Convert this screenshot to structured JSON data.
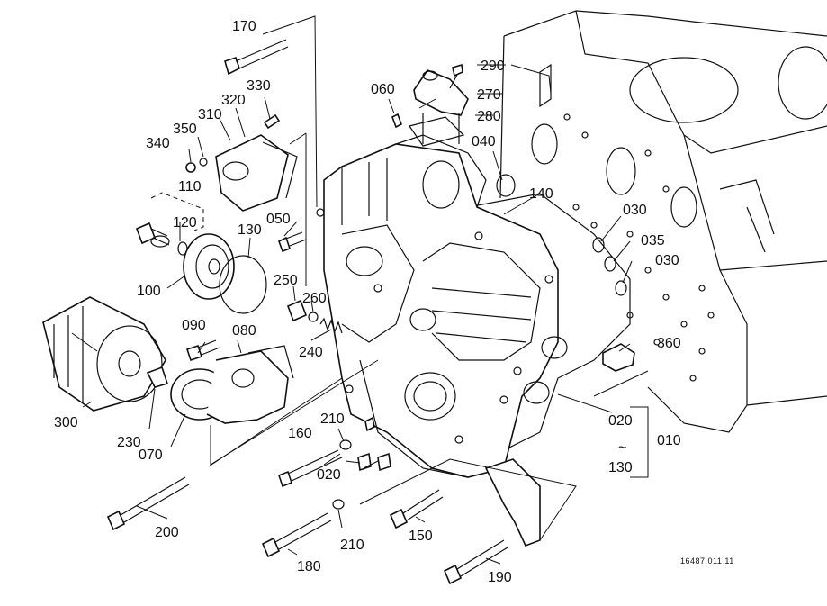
{
  "diagram": {
    "reference": "16487 011 11",
    "part_numbers": [
      "170",
      "290",
      "330",
      "320",
      "310",
      "060",
      "270",
      "350",
      "340",
      "280",
      "040",
      "110",
      "140",
      "030",
      "120",
      "050",
      "130",
      "035",
      "030",
      "100",
      "250",
      "260",
      "360",
      "090",
      "080",
      "240",
      "300",
      "210",
      "160",
      "020",
      "010",
      "230",
      "070",
      "020",
      "130",
      "200",
      "210",
      "150",
      "180",
      "190"
    ]
  }
}
